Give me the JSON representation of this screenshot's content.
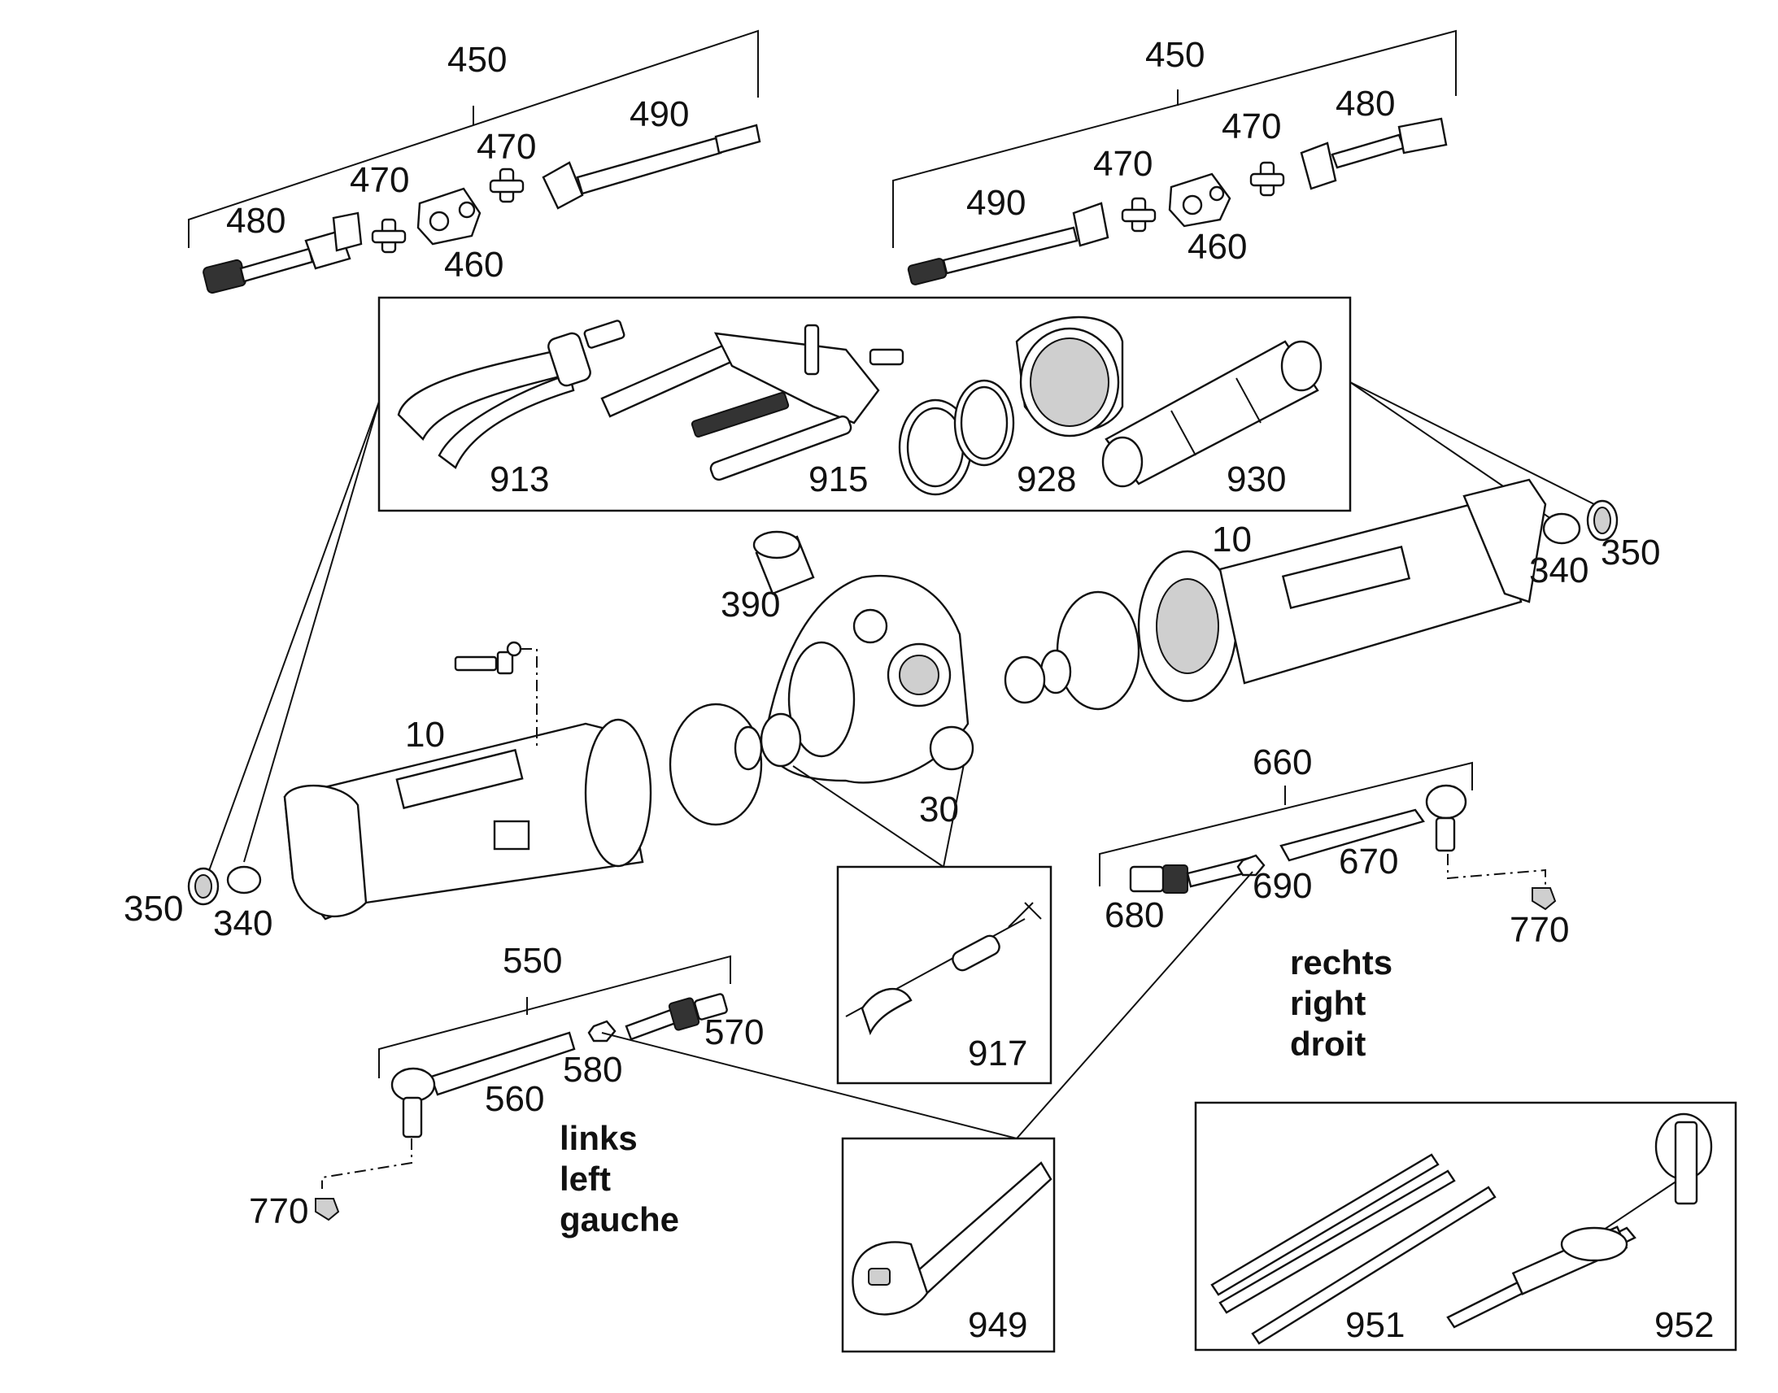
{
  "callouts": {
    "c450a": "450",
    "c450b": "450",
    "c490a": "490",
    "c490b": "490",
    "c480a": "480",
    "c480b": "480",
    "c470a": "470",
    "c470b": "470",
    "c470c": "470",
    "c470d": "470",
    "c460a": "460",
    "c460b": "460",
    "c913": "913",
    "c915": "915",
    "c928": "928",
    "c930": "930",
    "c390": "390",
    "c10a": "10",
    "c10b": "10",
    "c340a": "340",
    "c340b": "340",
    "c350a": "350",
    "c350b": "350",
    "c30": "30",
    "c660": "660",
    "c670": "670",
    "c680": "680",
    "c690": "690",
    "c770a": "770",
    "c770b": "770",
    "c550": "550",
    "c560": "560",
    "c570": "570",
    "c580": "580",
    "c917": "917",
    "c949": "949",
    "c951": "951",
    "c952": "952"
  },
  "side_labels": {
    "right": [
      "rechts",
      "right",
      "droit"
    ],
    "left": [
      "links",
      "left",
      "gauche"
    ]
  },
  "icons": [
    "drive-shaft",
    "universal-joint-cross",
    "double-yoke",
    "puller-tool",
    "press-tool",
    "seal-rings",
    "drift-mandrel",
    "axle-housing",
    "differential-carrier",
    "slide-hammer",
    "open-end-wrench",
    "gauge-strips",
    "dial-gauge"
  ]
}
